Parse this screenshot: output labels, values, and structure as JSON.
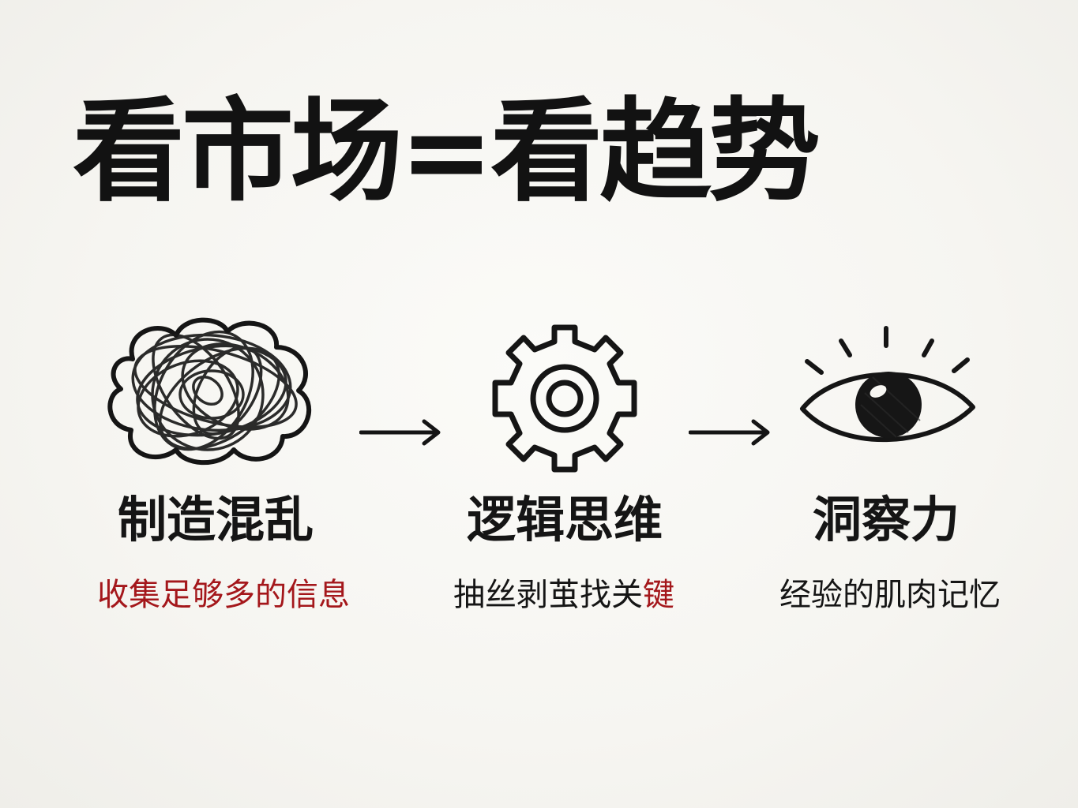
{
  "title": "看市场=看趋势",
  "steps": [
    {
      "label": "制造混乱",
      "caption": "收集足够多的信息",
      "icon": "tangled-cloud-icon",
      "caption_color": "#a4171b"
    },
    {
      "label": "逻辑思维",
      "caption_main": "抽丝剥茧找关",
      "caption_accent": "键",
      "icon": "gear-icon",
      "accent_color": "#a4171b"
    },
    {
      "label": "洞察力",
      "caption": "经验的肌肉记忆",
      "icon": "eye-icon"
    }
  ],
  "arrows": [
    "right-arrow-icon",
    "right-arrow-icon"
  ]
}
